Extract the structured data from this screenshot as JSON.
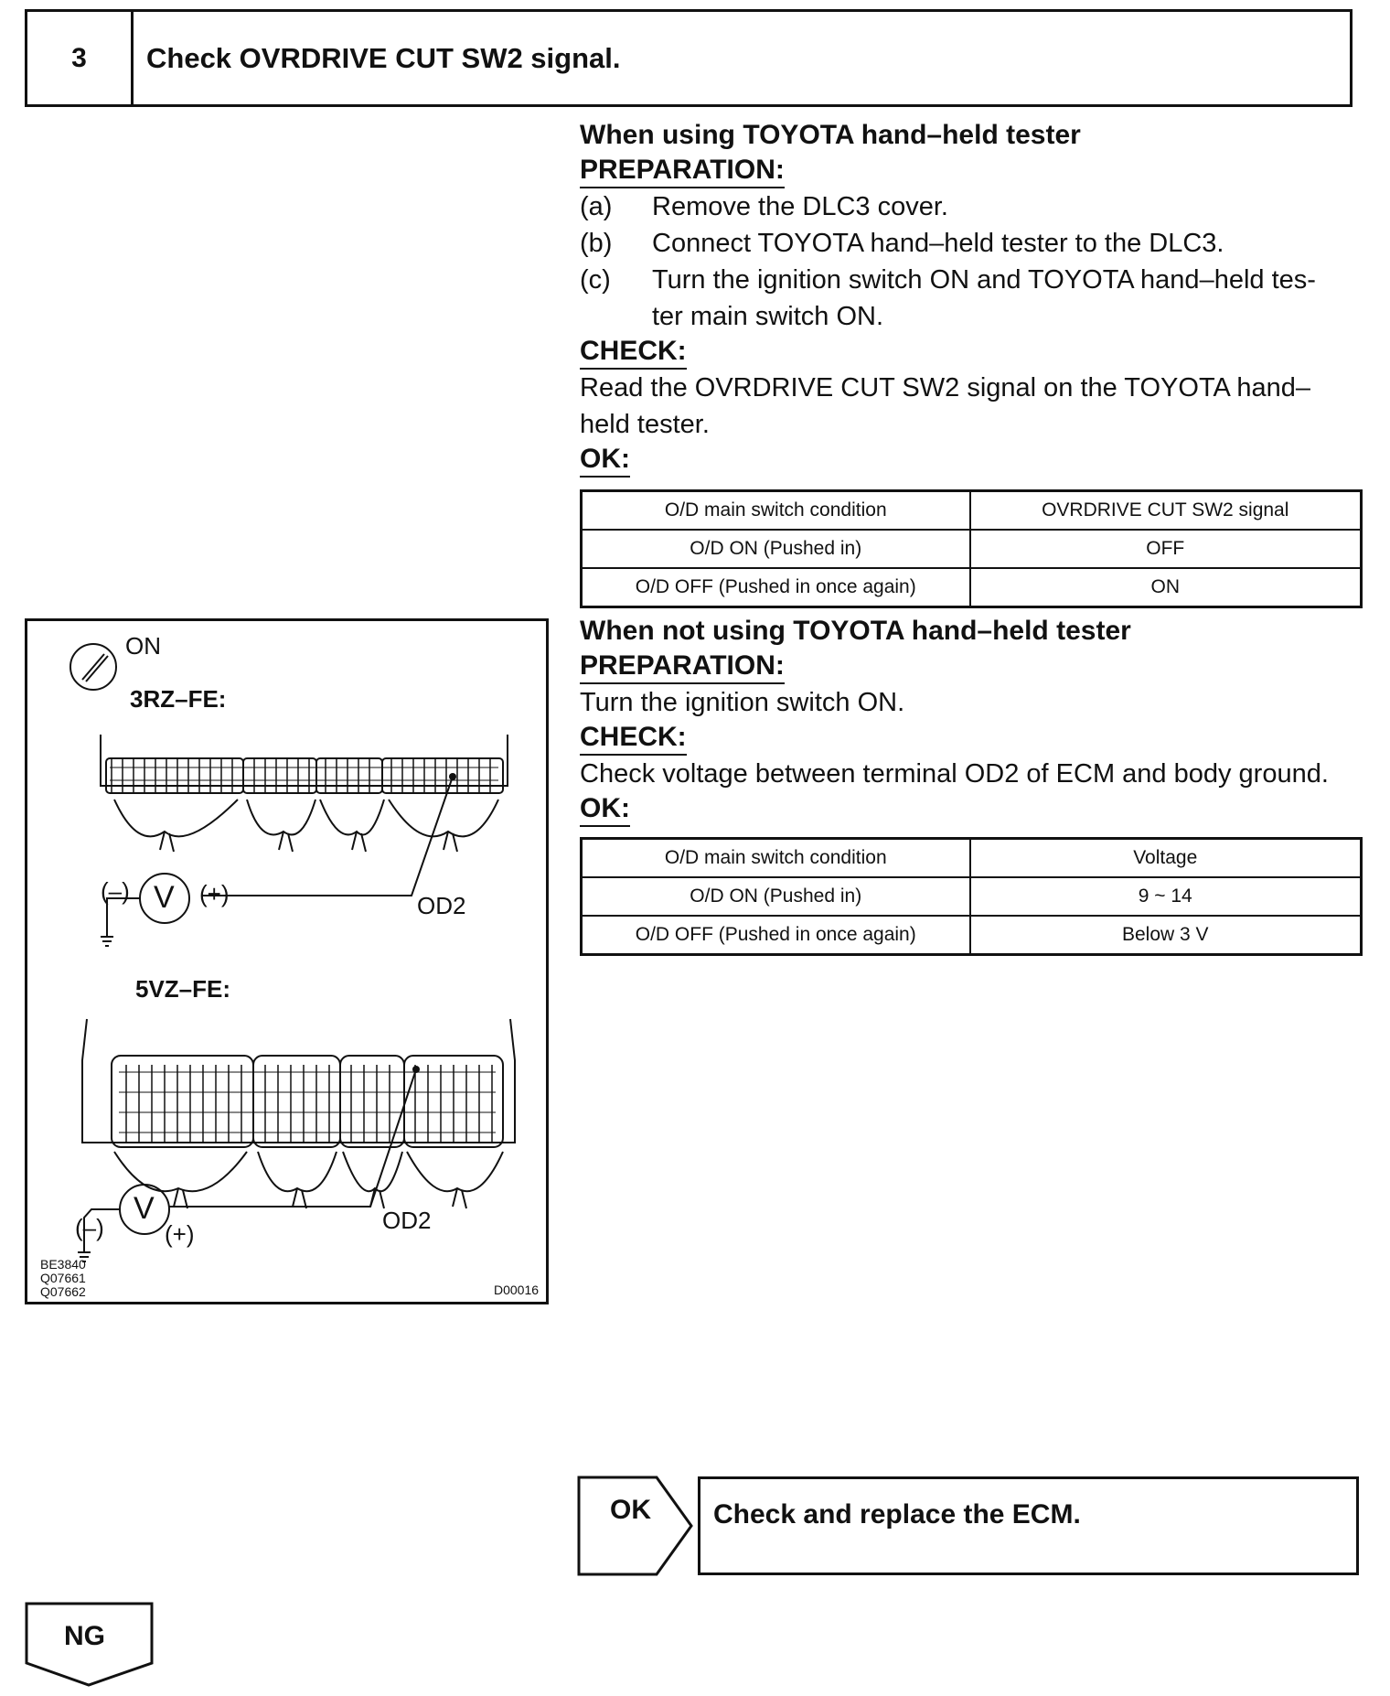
{
  "step": {
    "number": "3",
    "title": "Check OVRDRIVE CUT SW2 signal."
  },
  "with_tester": {
    "heading": "When using TOYOTA hand–held tester",
    "prep_label": "PREPARATION:",
    "steps": [
      {
        "label": "(a)",
        "text": "Remove the DLC3 cover."
      },
      {
        "label": "(b)",
        "text": "Connect TOYOTA hand–held tester to the DLC3."
      },
      {
        "label": "(c)",
        "text": "Turn the ignition switch ON and TOYOTA hand–held tes-",
        "text2": "ter main switch ON."
      }
    ],
    "check_label": "CHECK:",
    "check_text_1": "Read the OVRDRIVE CUT SW2 signal on the TOYOTA hand–",
    "check_text_2": "held tester.",
    "ok_label": "OK:",
    "table": {
      "headers": [
        "O/D main switch condition",
        "OVRDRIVE CUT SW2 signal"
      ],
      "rows": [
        [
          "O/D ON (Pushed in)",
          "OFF"
        ],
        [
          "O/D OFF (Pushed in once again)",
          "ON"
        ]
      ]
    }
  },
  "without_tester": {
    "heading": "When not using TOYOTA hand–held tester",
    "prep_label": "PREPARATION:",
    "prep_text": "Turn the ignition switch ON.",
    "check_label": "CHECK:",
    "check_text": "Check voltage between terminal OD2 of ECM and body ground.",
    "ok_label": "OK:",
    "table": {
      "headers": [
        "O/D main switch condition",
        "Voltage"
      ],
      "rows": [
        [
          "O/D ON (Pushed in)",
          "9 ~ 14"
        ],
        [
          "O/D OFF (Pushed in once again)",
          "Below 3 V"
        ]
      ]
    }
  },
  "illustration": {
    "ignition_label": "ON",
    "engine_1": "3RZ–FE:",
    "engine_2": "5VZ–FE:",
    "neg_label": "(–)",
    "pos_label": "(+)",
    "terminal_label": "OD2",
    "voltmeter_symbol": "V",
    "codes": [
      "BE3840",
      "Q07661",
      "Q07662"
    ],
    "figure_id": "D00016"
  },
  "result_ok": {
    "tag": "OK",
    "text": "Check and replace the ECM."
  },
  "result_ng": {
    "tag": "NG"
  }
}
